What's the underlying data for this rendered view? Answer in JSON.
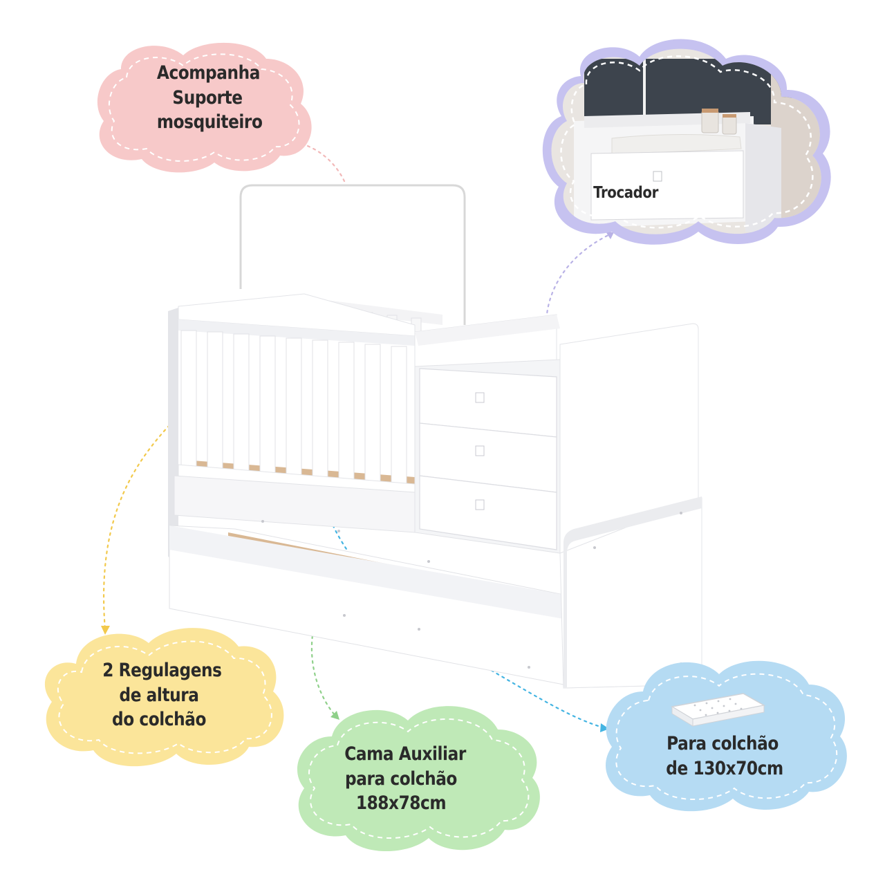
{
  "callouts": {
    "mosquito": {
      "lines": [
        "Acompanha",
        "Suporte",
        "mosquiteiro"
      ],
      "color": "#f7c9c9",
      "icon": "mosquito-net-frame-icon"
    },
    "changer": {
      "label": "Trocador",
      "color": "#c6c2f0",
      "icon": "changing-table-photo"
    },
    "height": {
      "lines": [
        "2 Regulagens",
        "de altura",
        "do colchão"
      ],
      "color": "#fbe59a"
    },
    "aux_bed": {
      "lines": [
        "Cama Auxiliar",
        "para colchão",
        "188x78cm"
      ],
      "color": "#bfe9b7"
    },
    "mattress": {
      "lines": [
        "Para colchão",
        "de 130x70cm"
      ],
      "color": "#b5dbf3",
      "icon": "mattress-icon"
    }
  },
  "colors": {
    "furniture": "#ffffff",
    "furniture_shade": "#ebecef",
    "wood": "#d9b894",
    "arrow_pink": "#f2b8b8",
    "arrow_lilac": "#b9b2e6",
    "arrow_yellow": "#f2c94c",
    "arrow_green": "#8fd08a",
    "arrow_blue": "#43b4e2"
  }
}
